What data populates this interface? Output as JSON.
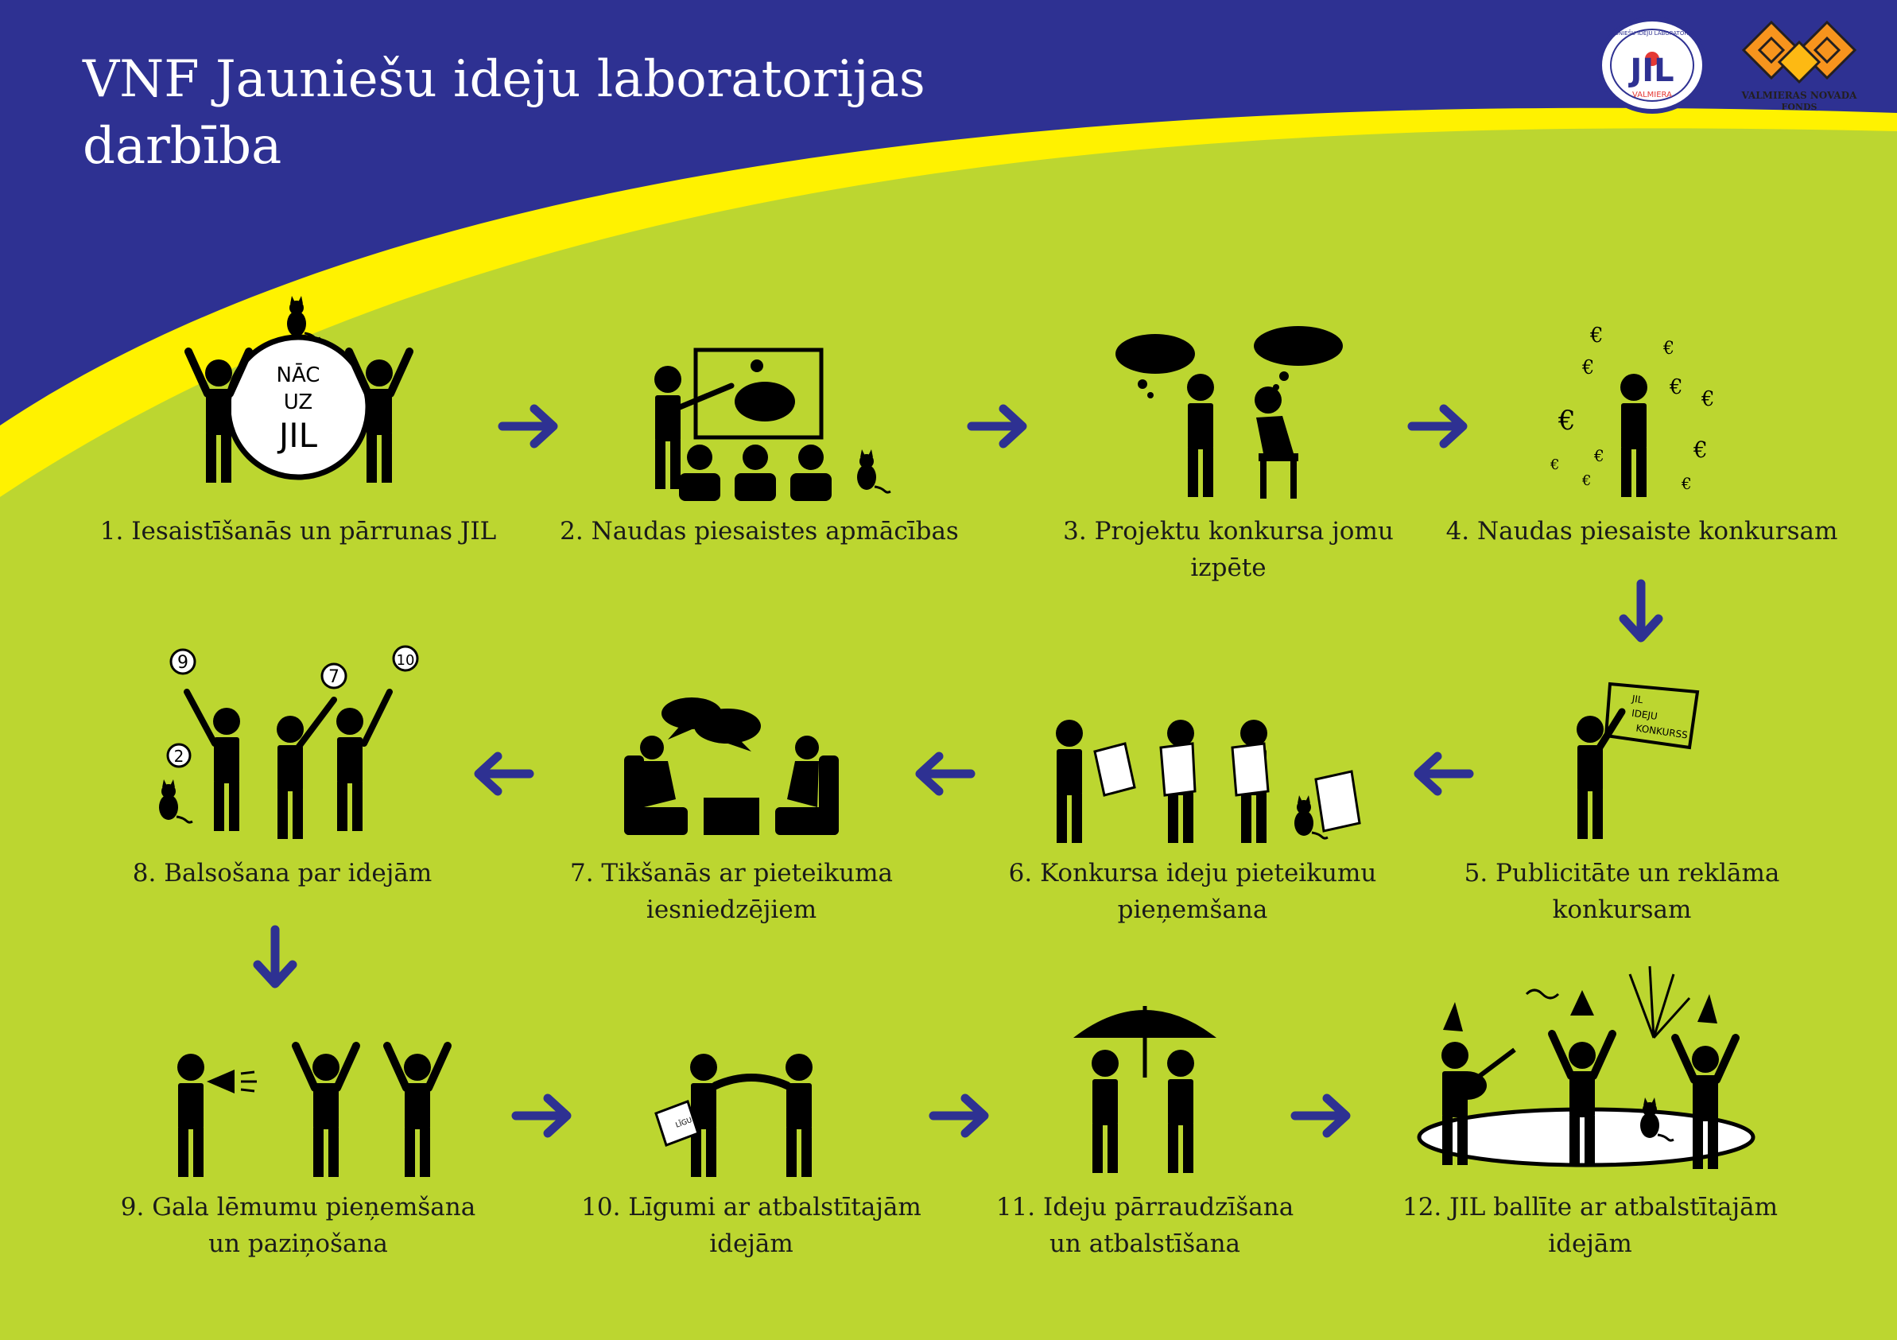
{
  "header": {
    "title_line1": "VNF Jauniešu ideju laboratorijas",
    "title_line2": "darbība"
  },
  "logos": {
    "jil_text": "JIL",
    "jil_city": "VALMIERA",
    "jil_ring": "JAUNIEŠU IDEJU LABORATORIJA",
    "fund_line1": "VALMIERAS NOVADA",
    "fund_line2": "FONDS"
  },
  "steps": [
    {
      "line1": "1. Iesaistīšanās un pārrunas JIL",
      "line2": ""
    },
    {
      "line1": "2. Naudas piesaistes apmācības",
      "line2": ""
    },
    {
      "line1": "3. Projektu konkursa jomu izpēte",
      "line2": ""
    },
    {
      "line1": "4. Naudas piesaiste konkursam",
      "line2": ""
    },
    {
      "line1": "5. Publicitāte un reklāma",
      "line2": "konkursam"
    },
    {
      "line1": "6. Konkursa ideju pieteikumu",
      "line2": "pieņemšana"
    },
    {
      "line1": "7. Tikšanās ar pieteikuma",
      "line2": "iesniedzējiem"
    },
    {
      "line1": "8. Balsošana par idejām",
      "line2": ""
    },
    {
      "line1": "9. Gala lēmumu pieņemšana",
      "line2": "un paziņošana"
    },
    {
      "line1": "10. Līgumi ar atbalstītajām",
      "line2": "idejām"
    },
    {
      "line1": "11. Ideju pārraudzīšana",
      "line2": "un atbalstīšana"
    },
    {
      "line1": "12. JIL ballīte ar atbalstītajām idejām",
      "line2": ""
    }
  ],
  "illustrations": {
    "sign": {
      "l1": "NĀC",
      "l2": "UZ",
      "l3": "JIL"
    },
    "poster": {
      "l1": "JIL",
      "l2": "IDEJU",
      "l3": "KONKURSS"
    },
    "votes": [
      "9",
      "7",
      "10",
      "2"
    ],
    "euro": "€",
    "contract": "LĪGUMS"
  },
  "colors": {
    "background": "#bcd630",
    "header": "#2e3192",
    "accent_stripe": "#fff200",
    "arrow": "#2e3192",
    "figure": "#000000"
  }
}
